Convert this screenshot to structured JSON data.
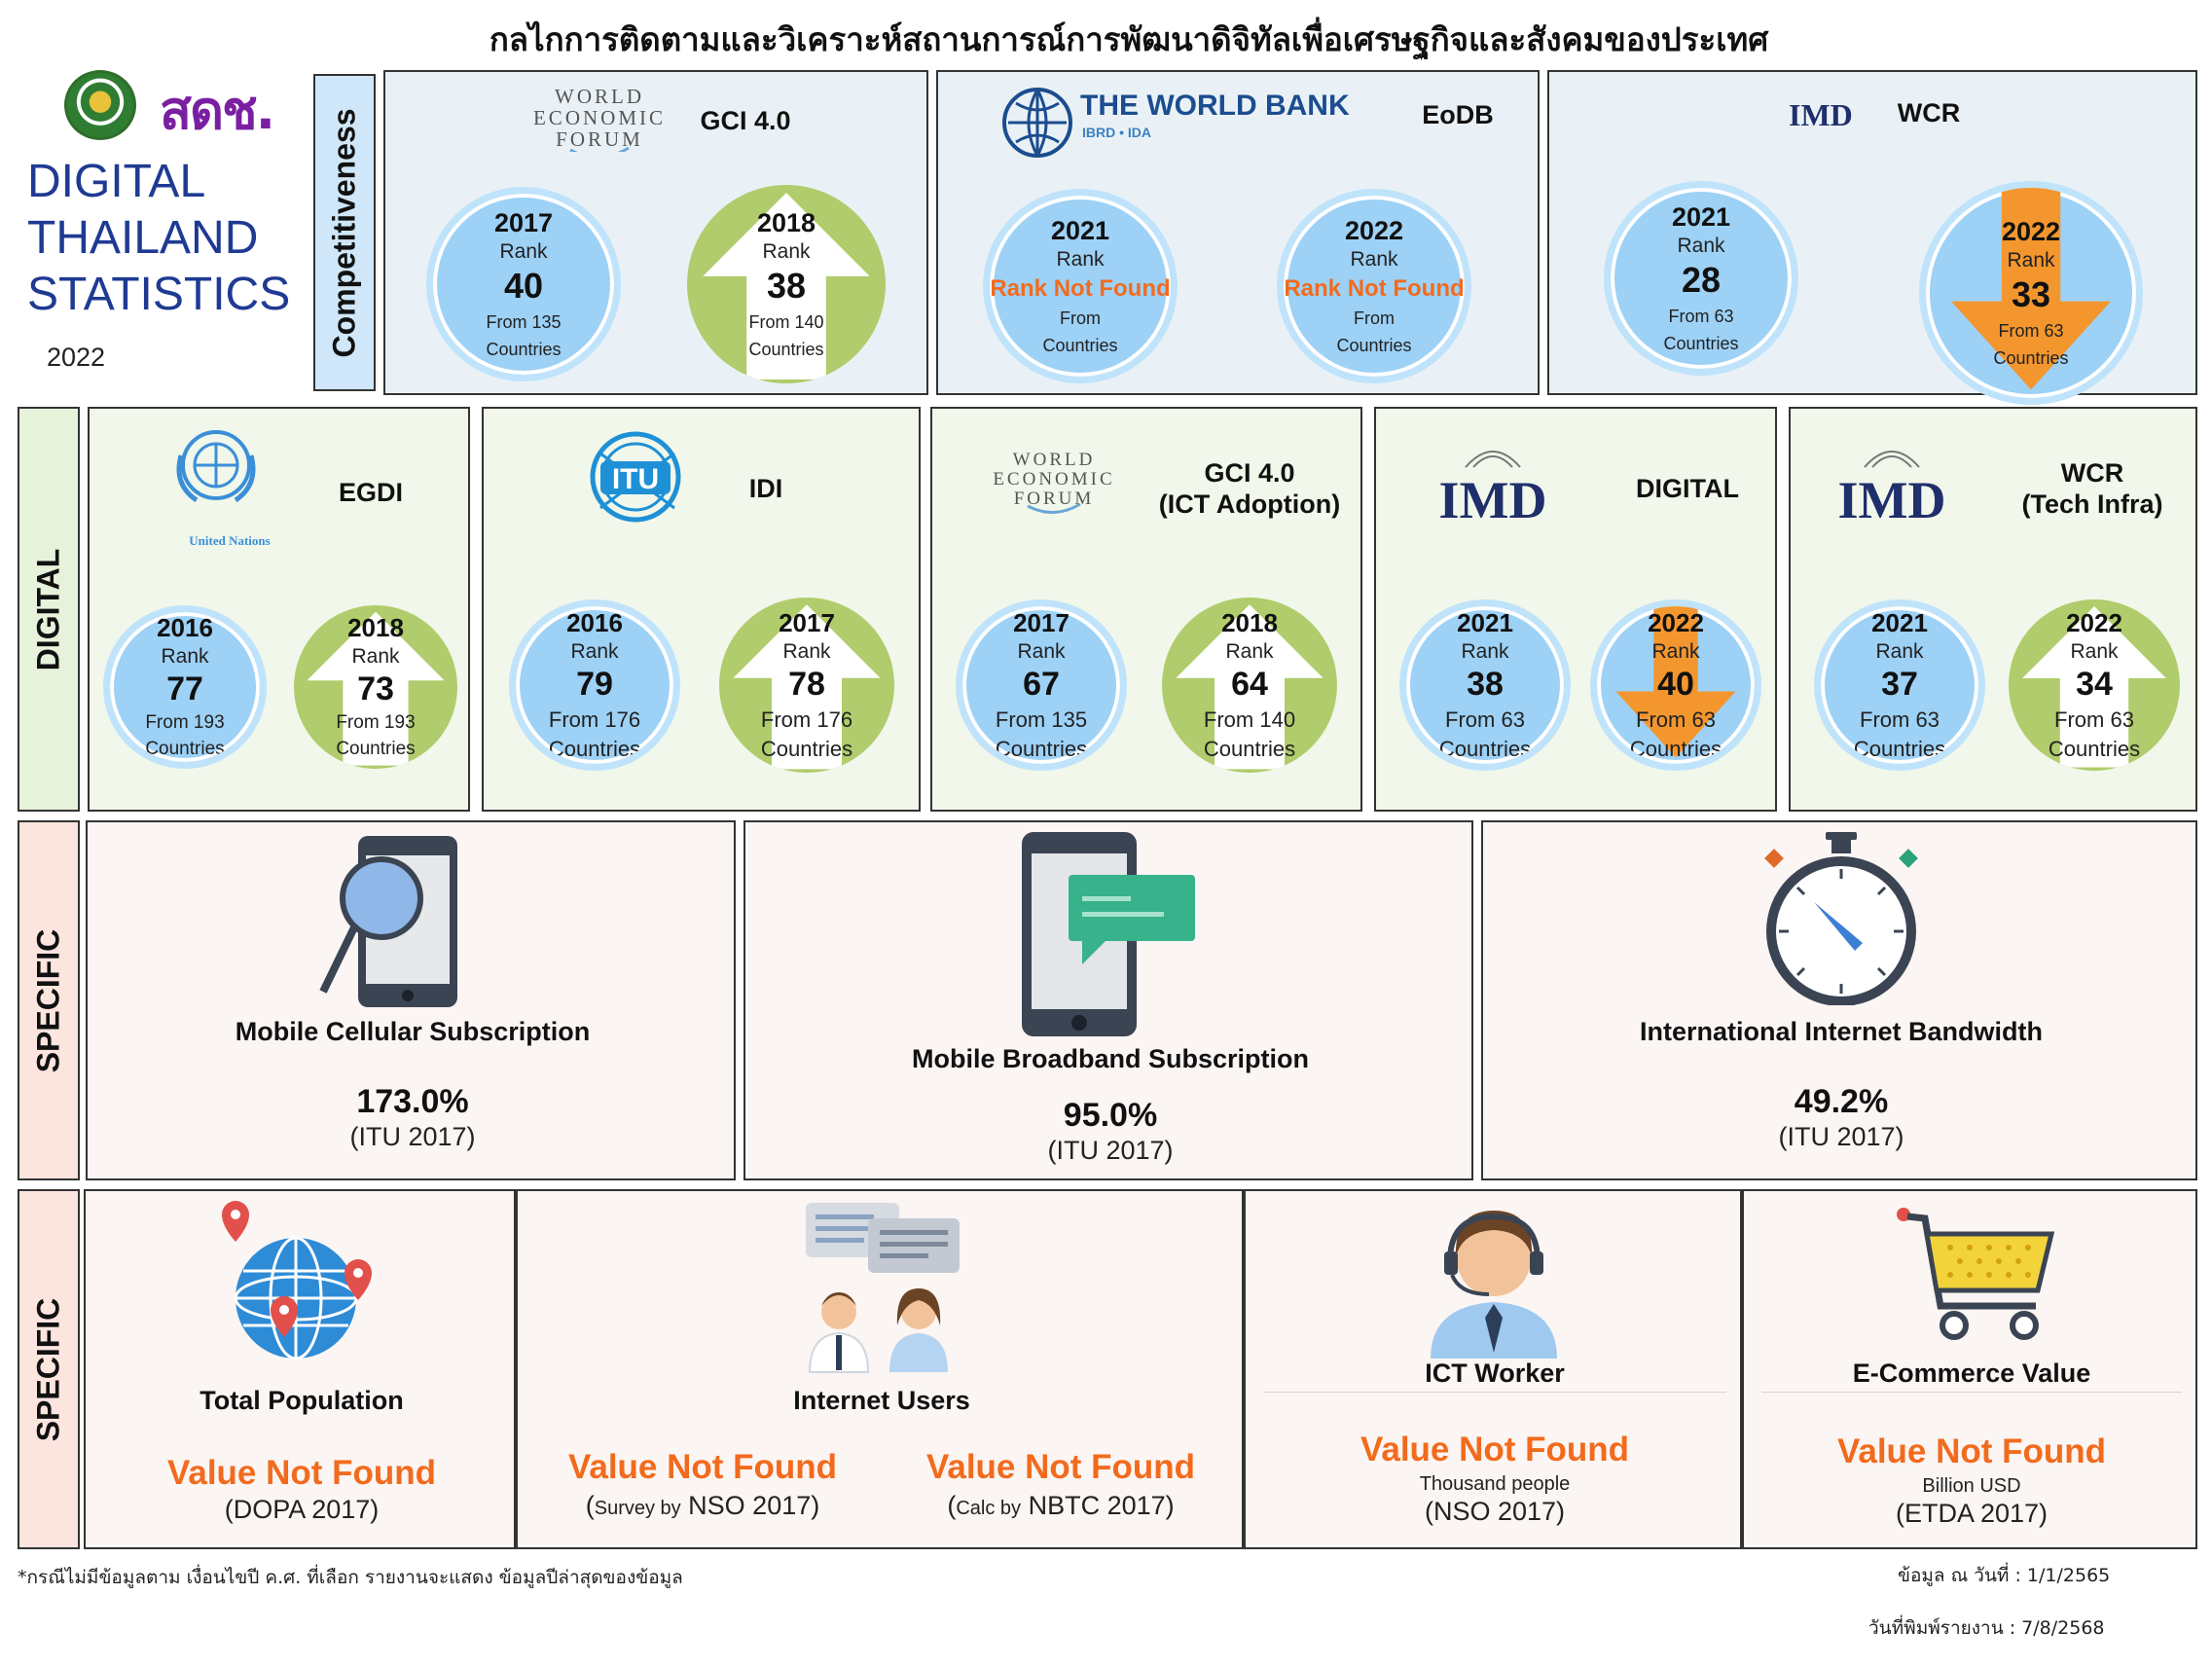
{
  "header": {
    "title": "กลไกการติดตามและวิเคราะห์สถานการณ์การพัฒนาดิจิทัลเพื่อเศรษฐกิจและสังคมของประเทศ"
  },
  "brand": {
    "title_line1": "DIGITAL",
    "title_line2": "THAILAND",
    "title_line3": "STATISTICS",
    "year": "2022",
    "logo_text": "สดช."
  },
  "side_labels": {
    "competitiveness": "Competitiveness",
    "digital": "DIGITAL",
    "specific1": "SPECIFIC",
    "specific2": "SPECIFIC"
  },
  "competitiveness": [
    {
      "source_logo": "WORLD ECONOMIC FORUM",
      "index": "GCI 4.0",
      "left": {
        "year": "2017",
        "rank_label": "Rank",
        "rank": "40",
        "from_line1": "From 135",
        "from_line2": "Countries"
      },
      "right": {
        "year": "2018",
        "rank_label": "Rank",
        "rank": "38",
        "from_line1": "From 140",
        "from_line2": "Countries",
        "trend": "up"
      }
    },
    {
      "source_logo": "THE WORLD BANK",
      "source_sub": "IBRD • IDA",
      "index": "EoDB",
      "left": {
        "year": "2021",
        "rank_label": "Rank",
        "rank": "Rank Not Found",
        "from_line1": "From",
        "from_line2": "Countries"
      },
      "right": {
        "year": "2022",
        "rank_label": "Rank",
        "rank": "Rank Not Found",
        "from_line1": "From",
        "from_line2": "Countries"
      }
    },
    {
      "source_logo": "IMD",
      "index": "WCR",
      "left": {
        "year": "2021",
        "rank_label": "Rank",
        "rank": "28",
        "from_line1": "From 63",
        "from_line2": "Countries"
      },
      "right": {
        "year": "2022",
        "rank_label": "Rank",
        "rank": "33",
        "from_line1": "From 63",
        "from_line2": "Countries",
        "trend": "down"
      }
    }
  ],
  "digital": [
    {
      "source_logo": "United Nations",
      "index_line1": "EGDI",
      "index_line2": "",
      "left": {
        "year": "2016",
        "rank_label": "Rank",
        "rank": "77",
        "from_line1": "From 193",
        "from_line2": "Countries"
      },
      "right": {
        "year": "2018",
        "rank_label": "Rank",
        "rank": "73",
        "from_line1": "From 193",
        "from_line2": "Countries",
        "trend": "up"
      }
    },
    {
      "source_logo": "ITU",
      "index_line1": "IDI",
      "index_line2": "",
      "left": {
        "year": "2016",
        "rank_label": "Rank",
        "rank": "79",
        "from_line1": "From 176",
        "from_line2": "Countries"
      },
      "right": {
        "year": "2017",
        "rank_label": "Rank",
        "rank": "78",
        "from_line1": "From 176",
        "from_line2": "Countries",
        "trend": "up"
      }
    },
    {
      "source_logo": "WORLD ECONOMIC FORUM",
      "index_line1": "GCI 4.0",
      "index_line2": "(ICT Adoption)",
      "left": {
        "year": "2017",
        "rank_label": "Rank",
        "rank": "67",
        "from_line1": "From 135",
        "from_line2": "Countries"
      },
      "right": {
        "year": "2018",
        "rank_label": "Rank",
        "rank": "64",
        "from_line1": "From 140",
        "from_line2": "Countries",
        "trend": "up"
      }
    },
    {
      "source_logo": "IMD",
      "index_line1": "DIGITAL",
      "index_line2": "",
      "left": {
        "year": "2021",
        "rank_label": "Rank",
        "rank": "38",
        "from_line1": "From 63",
        "from_line2": "Countries"
      },
      "right": {
        "year": "2022",
        "rank_label": "Rank",
        "rank": "40",
        "from_line1": "From 63",
        "from_line2": "Countries",
        "trend": "down"
      }
    },
    {
      "source_logo": "IMD",
      "index_line1": "WCR",
      "index_line2": "(Tech Infra)",
      "left": {
        "year": "2021",
        "rank_label": "Rank",
        "rank": "37",
        "from_line1": "From 63",
        "from_line2": "Countries"
      },
      "right": {
        "year": "2022",
        "rank_label": "Rank",
        "rank": "34",
        "from_line1": "From 63",
        "from_line2": "Countries",
        "trend": "up"
      }
    }
  ],
  "specific1": [
    {
      "label": "Mobile Cellular Subscription",
      "value": "173.0%",
      "source": "(ITU 2017)"
    },
    {
      "label": "Mobile Broadband Subscription",
      "value": "95.0%",
      "source": "(ITU 2017)"
    },
    {
      "label": "International Internet Bandwidth",
      "value": "49.2%",
      "source": "(ITU 2017)"
    }
  ],
  "specific2": {
    "population": {
      "label": "Total Population",
      "value": "Value Not Found",
      "source": "(DOPA 2017)"
    },
    "internet_users": {
      "label": "Internet Users",
      "left": {
        "value": "Value Not Found",
        "src_open": "(",
        "src_small": "Survey by",
        "src_main": " NSO 2017)"
      },
      "right": {
        "value": "Value Not Found",
        "src_open": "(",
        "src_small": "Calc by",
        "src_main": " NBTC 2017)"
      }
    },
    "ict_worker": {
      "label": "ICT Worker",
      "value": "Value Not Found",
      "unit": "Thousand people",
      "source": "(NSO 2017)"
    },
    "ecommerce": {
      "label": "E-Commerce Value",
      "value": "Value Not Found",
      "unit": "Billion USD",
      "source": "(ETDA 2017)"
    }
  },
  "footer": {
    "note": "*กรณีไม่มีข้อมูลตาม เงื่อนไขปี ค.ศ. ที่เลือก รายงานจะแสดง ข้อมูลปีล่าสุดของข้อมูล",
    "as_of": "ข้อมูล ณ วันที่ :  1/1/2565",
    "printed": "วันที่พิมพ์รายงาน :  7/8/2568"
  },
  "colors": {
    "accent_orange": "#f26b1d",
    "circle_blue": "#9dd1f6",
    "circle_green": "#b0cc6c",
    "brand_blue": "#1f3a93"
  }
}
